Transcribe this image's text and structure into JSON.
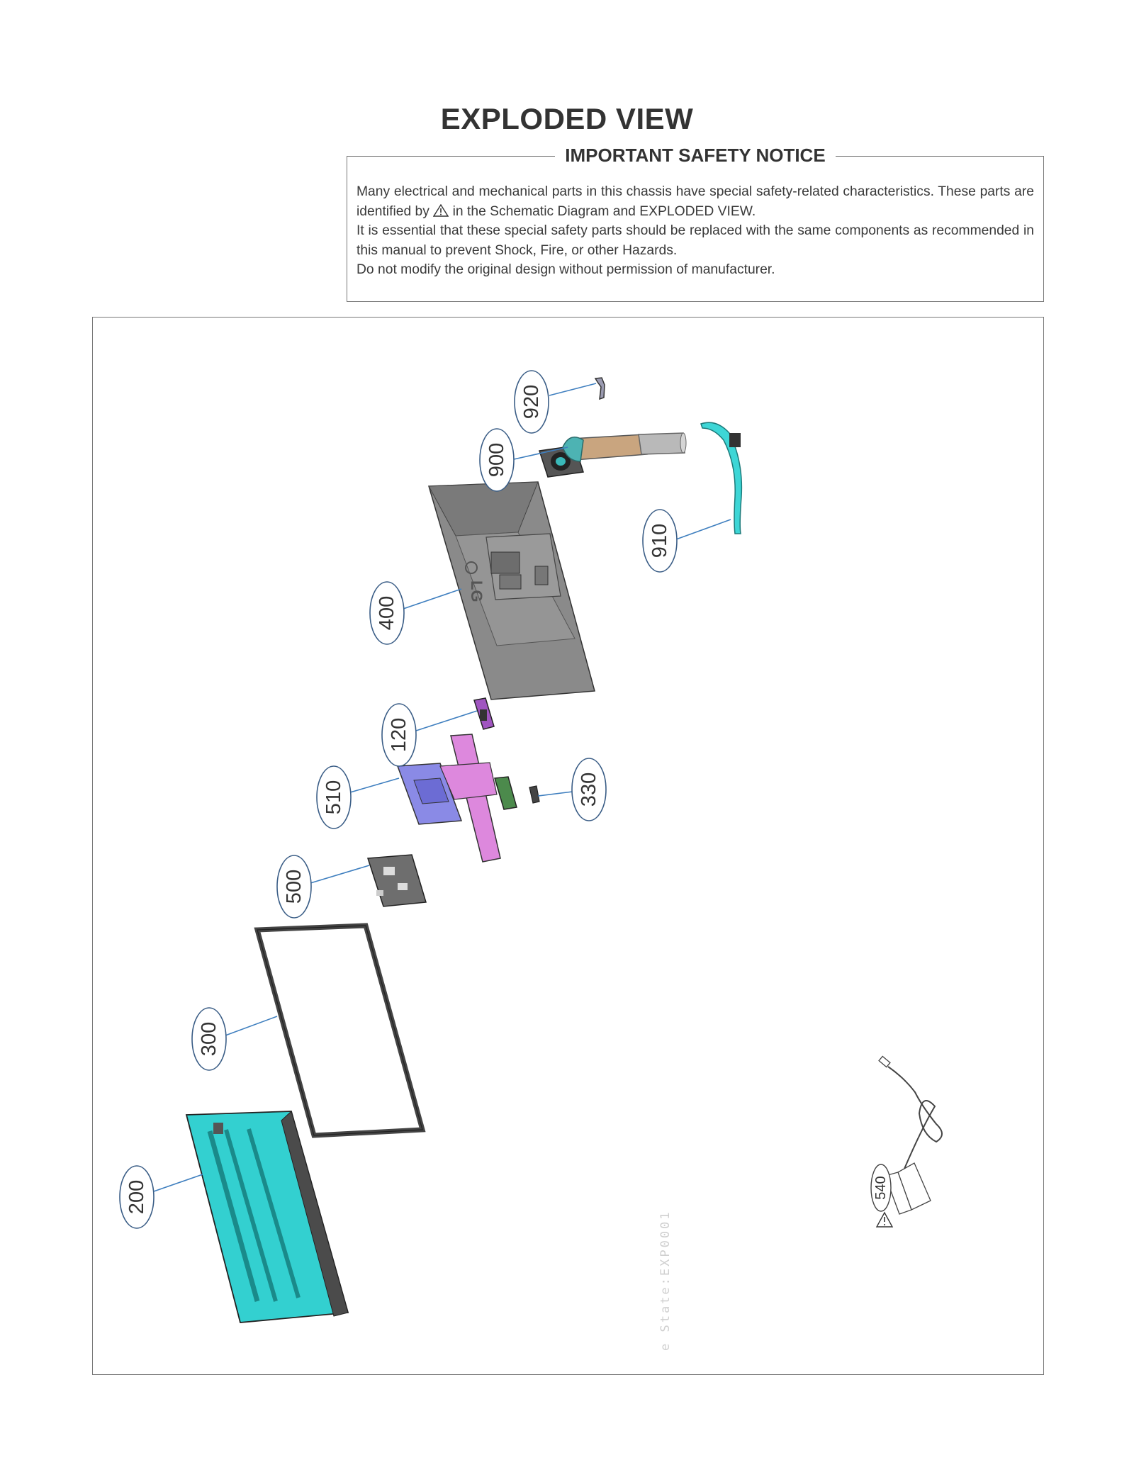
{
  "page_title": "EXPLODED VIEW",
  "notice": {
    "title": "IMPORTANT SAFETY NOTICE",
    "line1a": "Many electrical and mechanical parts in this chassis have special safety-related characteristics. These parts are identified by",
    "line1b": "in the Schematic Diagram and EXPLODED VIEW.",
    "line2": "It is essential that these special safety parts should be replaced with the same components as recommended in this manual to prevent Shock, Fire, or other Hazards.",
    "line3": "Do not modify the original design without permission of manufacturer."
  },
  "parts": {
    "p920": "920",
    "p900": "900",
    "p910": "910",
    "p400": "400",
    "p120": "120",
    "p510": "510",
    "p330": "330",
    "p500": "500",
    "p300": "300",
    "p200": "200",
    "p540": "540"
  },
  "logo_text": "LG",
  "watermark": "e State:EXP0001",
  "colors": {
    "back_cover": "#8a8a8a",
    "stand_arm": "#3dd6d6",
    "panel": "#33d0d0",
    "bracket": "#dd88dd",
    "main_board": "#8a8ae6",
    "leader_line": "#3f7fbf"
  }
}
